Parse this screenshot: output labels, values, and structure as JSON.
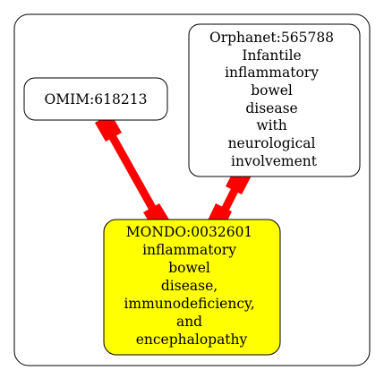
{
  "colors": {
    "background": "#ffffff",
    "cluster_border": "#000000",
    "node_border": "#000000",
    "default_node_fill": "#ffffff",
    "focus_node_fill": "#ffff00",
    "edge": "#ff0000"
  },
  "nodes": [
    {
      "id": "OMIM:618213",
      "lines": [
        "OMIM:618213"
      ]
    },
    {
      "id": "Orphanet:565788",
      "lines": [
        "Orphanet:565788",
        "Infantile",
        "inflammatory",
        "bowel",
        "disease",
        "with",
        "neurological",
        "involvement"
      ]
    },
    {
      "id": "MONDO:0032601",
      "lines": [
        "MONDO:0032601",
        "inflammatory",
        "bowel",
        "disease,",
        "immunodeficiency,",
        "and",
        "encephalopathy"
      ]
    }
  ],
  "edges": [
    {
      "from": "OMIM:618213",
      "to": "MONDO:0032601",
      "arrowhead": "box",
      "arrowtail": "box"
    },
    {
      "from": "Orphanet:565788",
      "to": "MONDO:0032601",
      "arrowhead": "box",
      "arrowtail": "box"
    }
  ]
}
